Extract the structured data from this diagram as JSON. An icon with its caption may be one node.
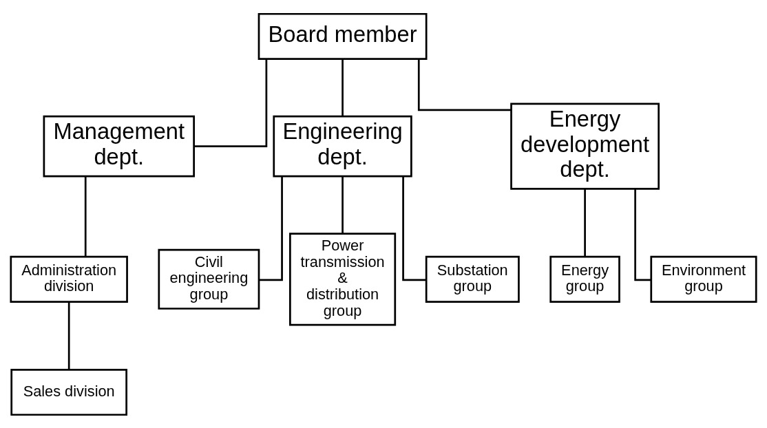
{
  "diagram": {
    "nodes": [
      {
        "text": [
          "Board member"
        ]
      },
      {
        "text": [
          "Management dept."
        ]
      },
      {
        "text": [
          "Engineering dept."
        ]
      },
      {
        "text": [
          "Energy development dept."
        ]
      },
      {
        "text": [
          "Administration division"
        ]
      },
      {
        "text": [
          "Sales division"
        ]
      },
      {
        "text": [
          "Civil engineering group"
        ]
      },
      {
        "text": [
          "Power transmission & distribution group"
        ]
      },
      {
        "text": [
          "Substation group"
        ]
      },
      {
        "text": [
          "Energy group"
        ]
      },
      {
        "text": [
          "Environment group"
        ]
      }
    ],
    "edges": [
      {
        "from": 0,
        "to": 1,
        "arrow": "none"
      },
      {
        "from": 0,
        "to": 2,
        "arrow": "none"
      },
      {
        "from": 0,
        "to": 3,
        "arrow": "none"
      },
      {
        "from": 1,
        "to": 4,
        "arrow": "none"
      },
      {
        "from": 4,
        "to": 5,
        "arrow": "none"
      },
      {
        "from": 2,
        "to": 6,
        "arrow": "none"
      },
      {
        "from": 2,
        "to": 7,
        "arrow": "none"
      },
      {
        "from": 2,
        "to": 8,
        "arrow": "none"
      },
      {
        "from": 3,
        "to": 9,
        "arrow": "none"
      },
      {
        "from": 3,
        "to": 10,
        "arrow": "none"
      }
    ]
  }
}
